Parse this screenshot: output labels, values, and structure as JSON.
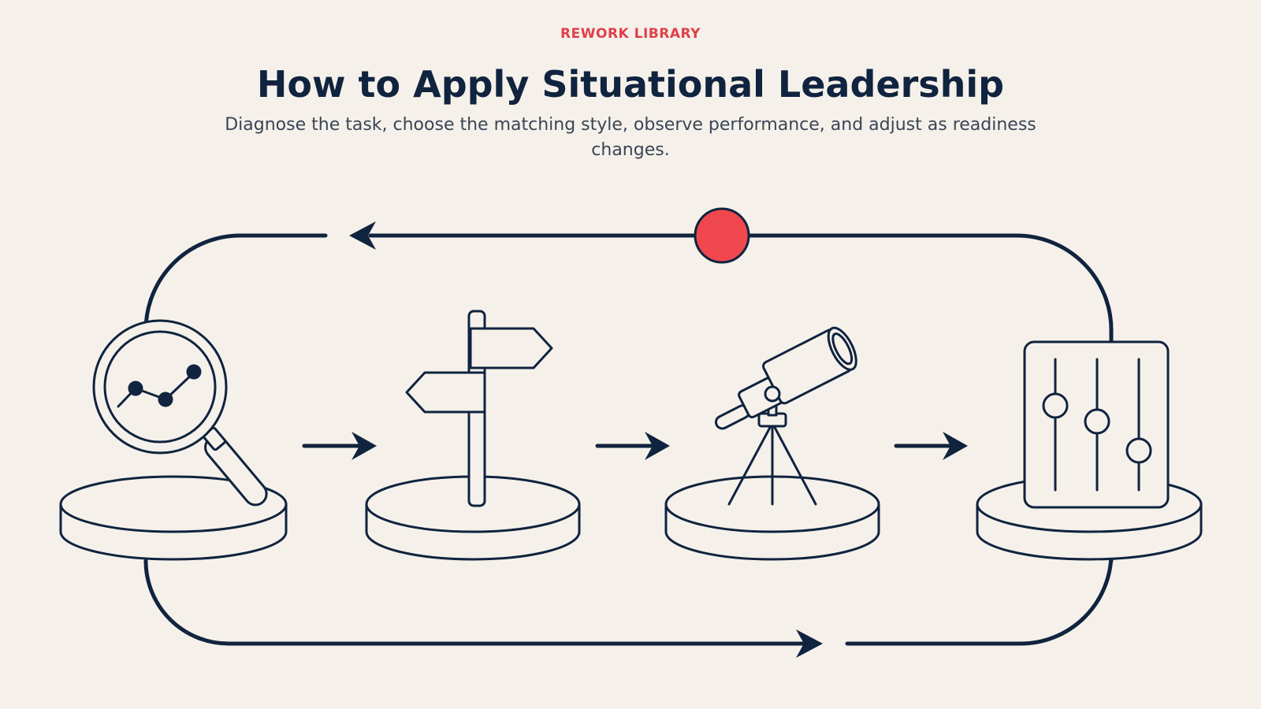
{
  "header": {
    "eyebrow": "REWORK LIBRARY",
    "title": "How to Apply Situational Leadership",
    "subtitle": "Diagnose the task, choose the matching style, observe performance, and adjust as readiness changes."
  },
  "colors": {
    "background": "#f5f1ea",
    "ink": "#10233f",
    "accent": "#f0474f",
    "eyebrow": "#e0404a"
  },
  "diagram": {
    "stages": [
      {
        "icon": "magnifier-chart-icon"
      },
      {
        "icon": "signpost-icon"
      },
      {
        "icon": "telescope-icon"
      },
      {
        "icon": "sliders-panel-icon"
      }
    ],
    "loop_marker": "red-dot-marker"
  }
}
